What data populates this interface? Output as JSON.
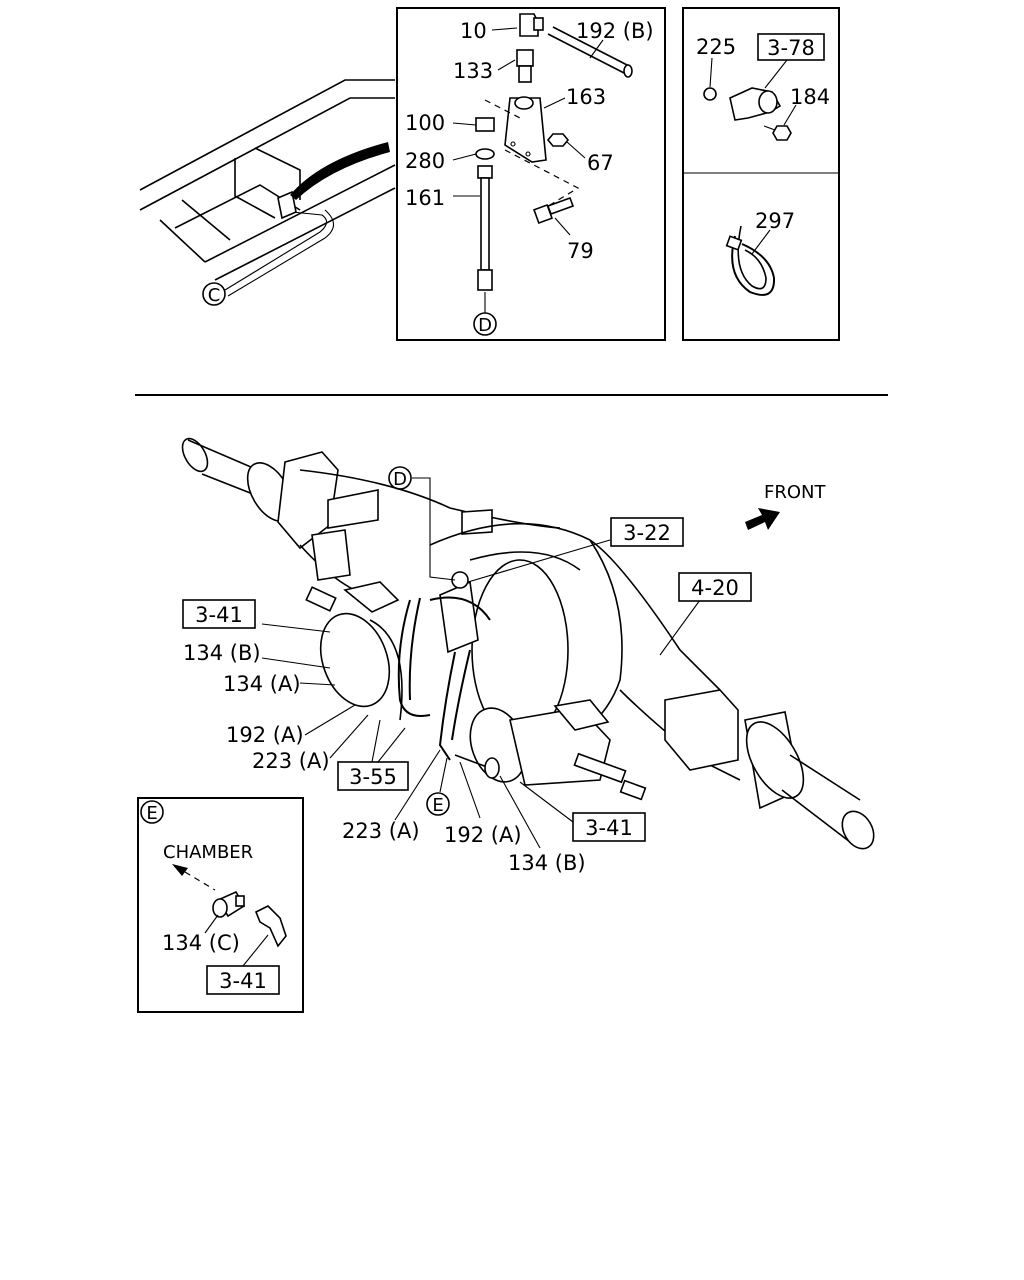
{
  "callouts": {
    "p10": "10",
    "p192b": "192 (B)",
    "p133": "133",
    "p163": "163",
    "p100": "100",
    "p280": "280",
    "p67": "67",
    "p161": "161",
    "p79": "79",
    "p225": "225",
    "p184": "184",
    "p297": "297",
    "p134b_top": "134 (B)",
    "p134a": "134 (A)",
    "p192a_left": "192 (A)",
    "p223a_left": "223 (A)",
    "p223a_bottom": "223 (A)",
    "p192a_bottom": "192 (A)",
    "p134b_bottom": "134 (B)",
    "p134c": "134 (C)"
  },
  "references": {
    "r378": "3-78",
    "r322": "3-22",
    "r420": "4-20",
    "r341_left": "3-41",
    "r355": "3-55",
    "r341_right": "3-41",
    "r341_inset": "3-41"
  },
  "markers": {
    "c_top": "C",
    "d_top": "D",
    "d_main": "D",
    "e_main": "E",
    "e_inset": "E"
  },
  "labels": {
    "front": "FRONT",
    "chamber": "CHAMBER"
  }
}
